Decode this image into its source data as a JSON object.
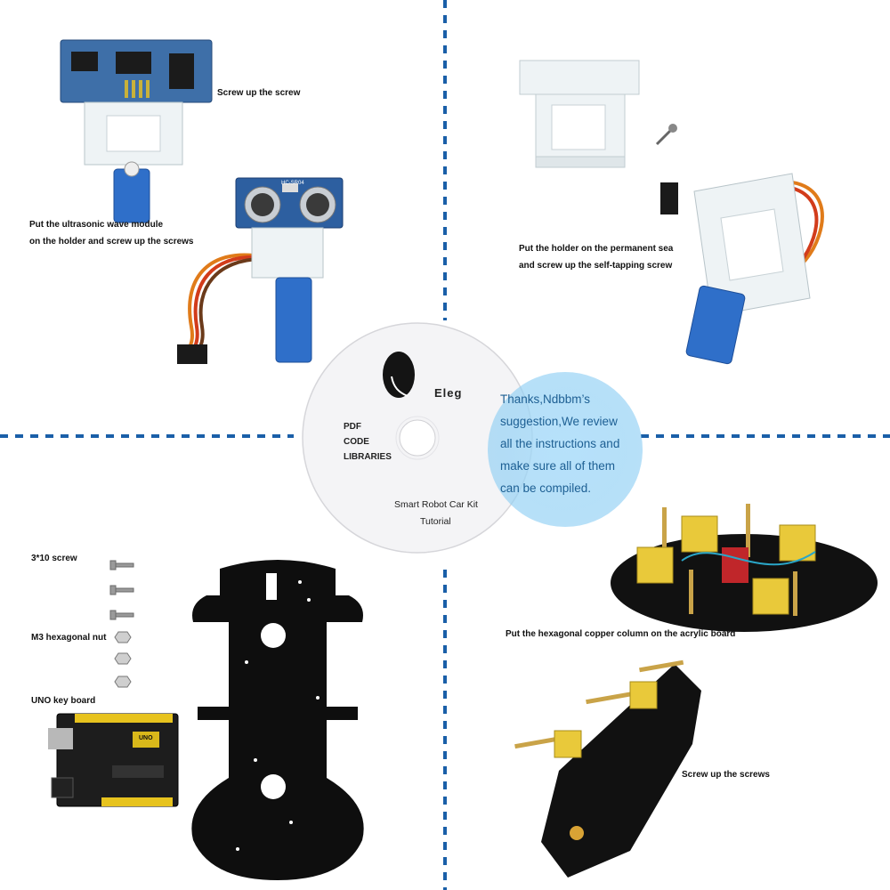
{
  "captions": {
    "screw_up_screw": "Screw up the screw",
    "ultrasonic_line1": "Put the ultrasonic wave module",
    "ultrasonic_line2": "on the holder and screw up the screws",
    "holder_line1": "Put the holder on the permanent sea",
    "holder_line2": "and screw up the self-tapping screw",
    "screw_3x10": "3*10 screw",
    "m3_nut": "M3 hexagonal nut",
    "uno_board": "UNO key board",
    "copper_column": "Put the hexagonal copper column on the acrylic board",
    "screw_up_screws": "Screw up the screws"
  },
  "cd": {
    "brand": "Eleg",
    "contents": [
      "PDF",
      "CODE",
      "LIBRARIES"
    ],
    "title_line1": "Smart Robot Car Kit",
    "title_line2": "Tutorial"
  },
  "note_bubble": {
    "lines": [
      "Thanks,Ndbbm’s",
      "suggestion,We review",
      "all the instructions and",
      "make sure all of them",
      "can be compiled."
    ]
  },
  "module_labels": {
    "sensor_model": "HC-SR04",
    "board_label": "UNO"
  },
  "colors": {
    "divider": "#1a5fa8",
    "bubble_text": "#1d5f93",
    "servo_blue": "#2f6fc9"
  }
}
